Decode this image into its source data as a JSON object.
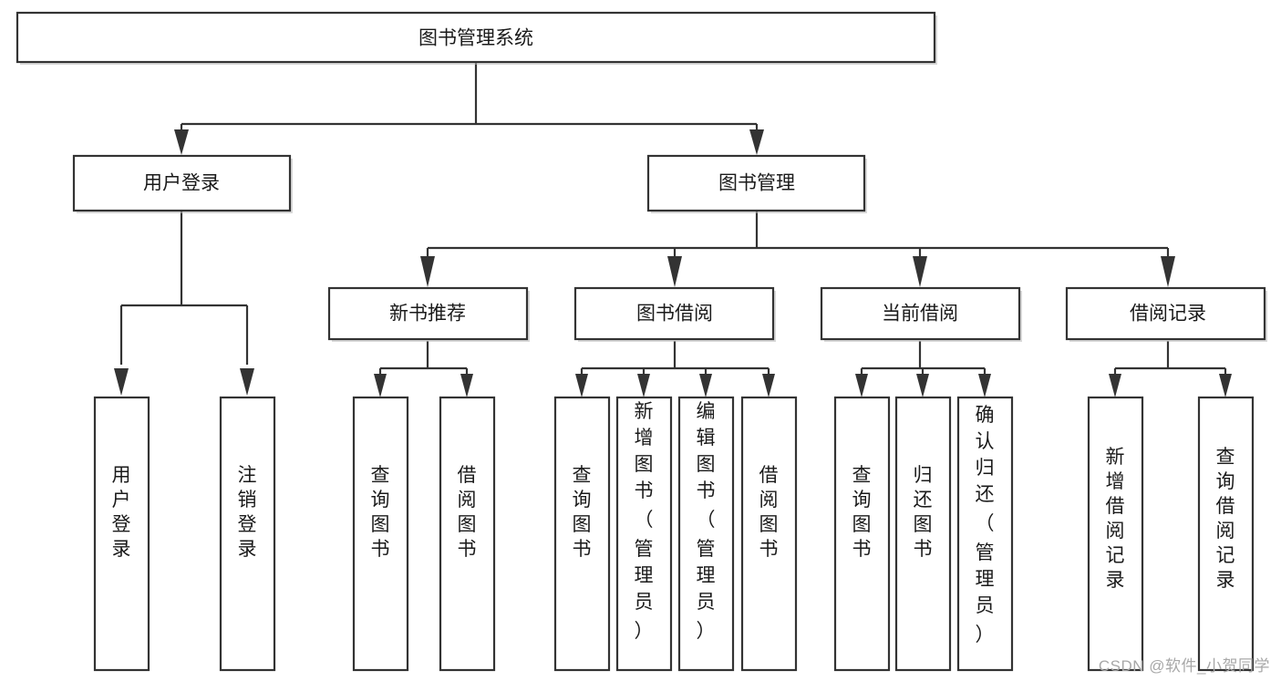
{
  "diagram": {
    "type": "tree",
    "title": "图书管理系统",
    "orientation": "top-down",
    "colors": {
      "box_stroke": "#333333",
      "box_fill": "#ffffff",
      "connector": "#333333",
      "text": "#1a1a1a",
      "watermark": "#a8a8a8",
      "background": "#ffffff"
    },
    "root": {
      "label": "图书管理系统",
      "orientation": "horizontal"
    },
    "level2": [
      {
        "label": "用户登录",
        "orientation": "horizontal"
      },
      {
        "label": "图书管理",
        "orientation": "horizontal"
      }
    ],
    "level3": [
      {
        "label": "新书推荐",
        "orientation": "horizontal"
      },
      {
        "label": "图书借阅",
        "orientation": "horizontal"
      },
      {
        "label": "当前借阅",
        "orientation": "horizontal"
      },
      {
        "label": "借阅记录",
        "orientation": "horizontal"
      }
    ],
    "leaves_user_login": [
      {
        "label": "用户登录",
        "orientation": "vertical"
      },
      {
        "label": "注销登录",
        "orientation": "vertical"
      }
    ],
    "leaves_new_book": [
      {
        "label": "查询图书",
        "orientation": "vertical"
      },
      {
        "label": "借阅图书",
        "orientation": "vertical"
      }
    ],
    "leaves_book_borrow": [
      {
        "label": "查询图书",
        "orientation": "vertical"
      },
      {
        "label": "新增图书（管理员）",
        "orientation": "vertical"
      },
      {
        "label": "编辑图书（管理员）",
        "orientation": "vertical"
      },
      {
        "label": "借阅图书",
        "orientation": "vertical"
      }
    ],
    "leaves_current_borrow": [
      {
        "label": "查询图书",
        "orientation": "vertical"
      },
      {
        "label": "归还图书",
        "orientation": "vertical"
      },
      {
        "label": "确认归还（管理员）",
        "orientation": "vertical"
      }
    ],
    "leaves_borrow_record": [
      {
        "label": "新增借阅记录",
        "orientation": "vertical"
      },
      {
        "label": "查询借阅记录",
        "orientation": "vertical"
      }
    ]
  },
  "watermark": {
    "text": "CSDN @软件_小贺同学"
  }
}
